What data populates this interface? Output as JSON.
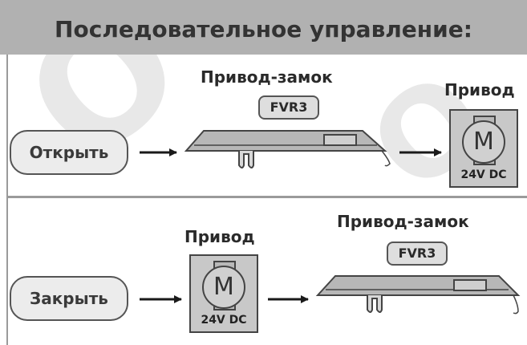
{
  "header": {
    "title": "Последовательное управление:"
  },
  "open_row": {
    "button_label": "Открыть",
    "lock_title": "Привод-замок",
    "lock_tag": "FVR3",
    "drive_title": "Привод",
    "motor_symbol": "M",
    "voltage": "24V DC"
  },
  "close_row": {
    "button_label": "Закрыть",
    "drive_title": "Привод",
    "motor_symbol": "M",
    "voltage": "24V DC",
    "lock_title": "Привод-замок",
    "lock_tag": "FVR3"
  },
  "colors": {
    "header_bg": "#b1b1b1",
    "drive_bg": "#c8c8c8",
    "pill_bg": "#ececec",
    "outline": "#444444"
  }
}
